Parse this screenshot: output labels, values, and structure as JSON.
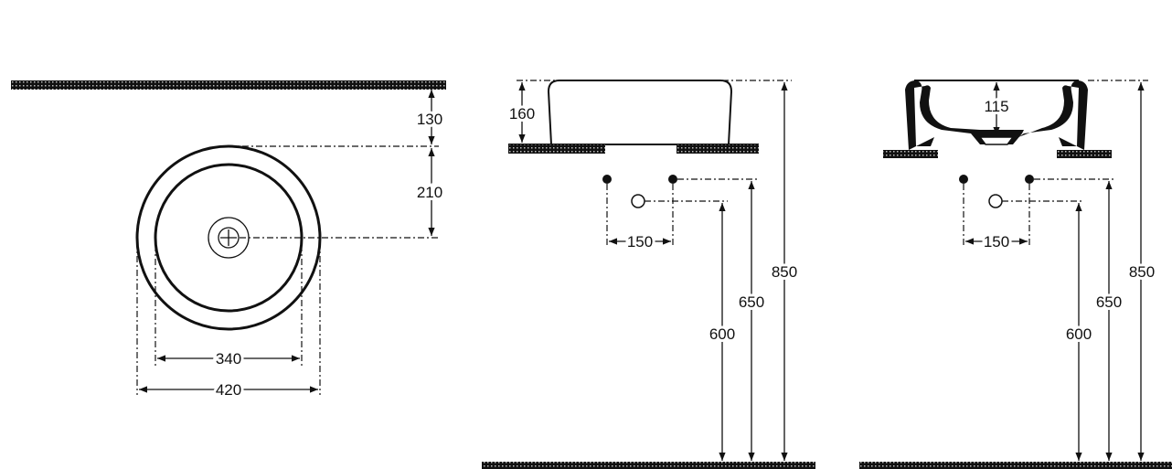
{
  "plan_view": {
    "dim_top": "130",
    "dim_center": "210",
    "dim_inner": "340",
    "dim_outer": "420"
  },
  "front_view": {
    "dim_height": "160",
    "dim_spacing": "150",
    "dim_waste": "600",
    "dim_supply": "650",
    "dim_top": "850"
  },
  "section_view": {
    "dim_depth": "115",
    "dim_spacing": "150",
    "dim_waste": "600",
    "dim_supply": "650",
    "dim_top": "850"
  },
  "colors": {
    "line": "#111111",
    "background": "#ffffff"
  }
}
